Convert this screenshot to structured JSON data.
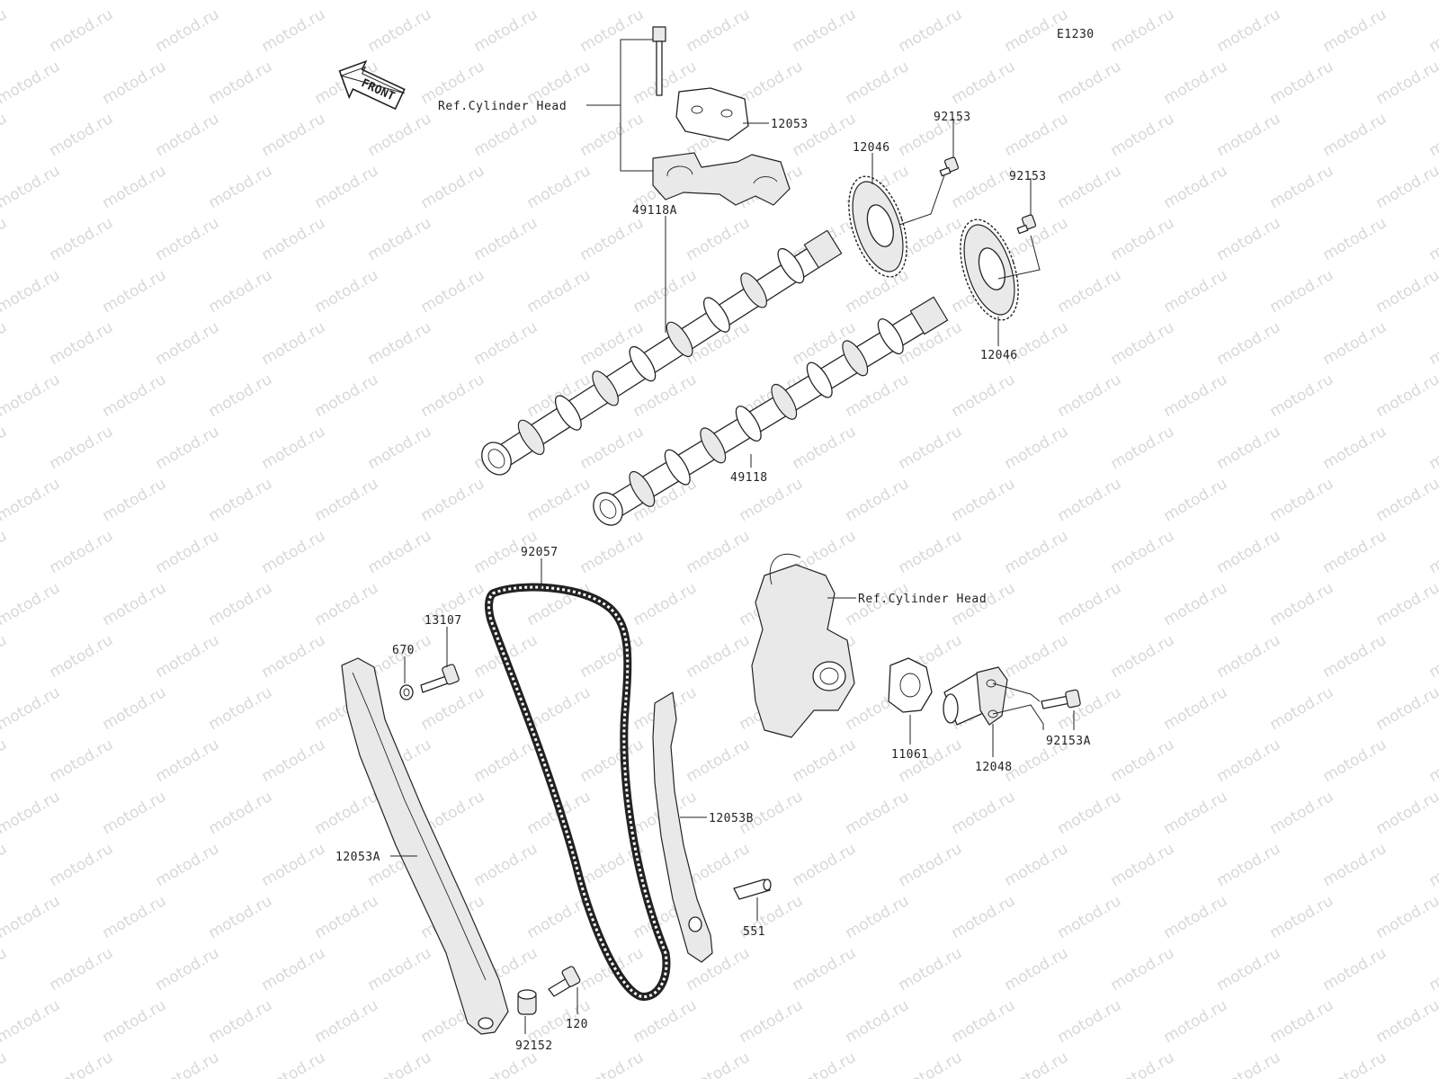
{
  "diagram_code": "E1230",
  "front_arrow_label": "FRONT",
  "colors": {
    "line": "#222222",
    "watermark": "#d8d8d8",
    "background": "#ffffff"
  },
  "watermark_text": "motod.ru",
  "refs": {
    "cylinder_head_top": "Ref.Cylinder Head",
    "cylinder_head_right": "Ref.Cylinder Head"
  },
  "parts": {
    "p12053": "12053",
    "p12046_top": "12046",
    "p92153_a": "92153",
    "p92153_b": "92153",
    "p49118A": "49118A",
    "p12046_bottom": "12046",
    "p49118": "49118",
    "p92057": "92057",
    "p13107": "13107",
    "p670": "670",
    "p11061": "11061",
    "p12048": "12048",
    "p92153A": "92153A",
    "p12053B": "12053B",
    "p12053A": "12053A",
    "p551": "551",
    "p120": "120",
    "p92152": "92152"
  }
}
